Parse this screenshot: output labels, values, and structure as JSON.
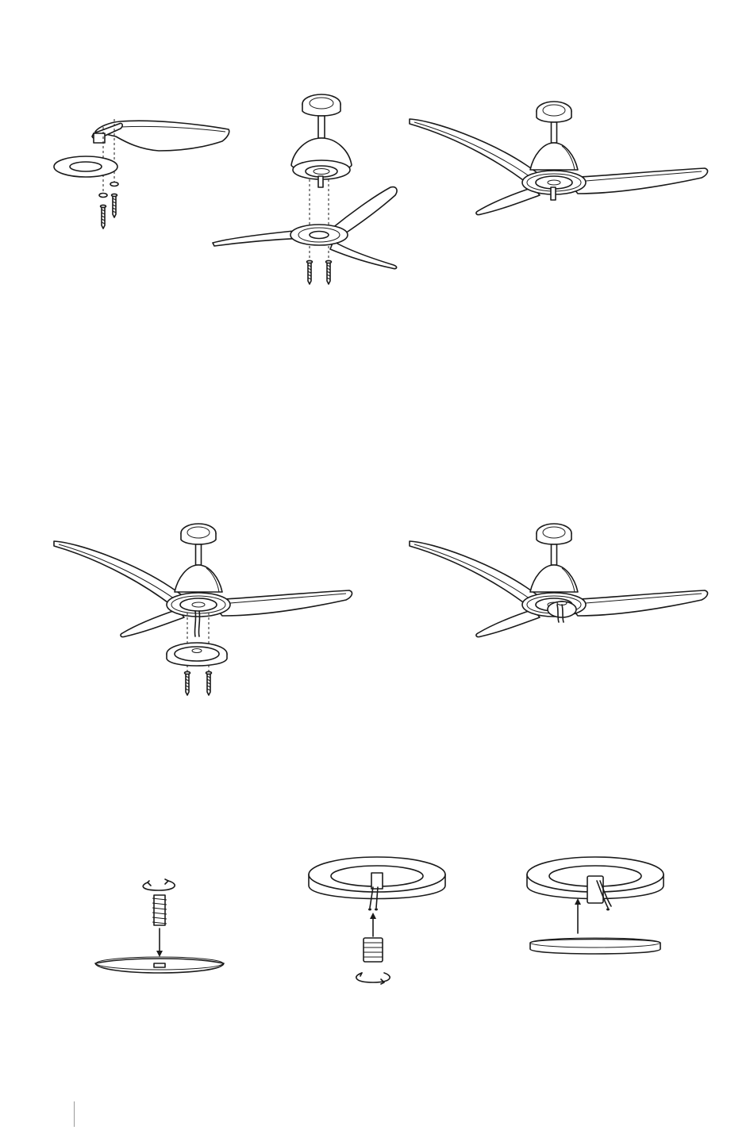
{
  "figure": {
    "title": "",
    "steps": [
      {
        "id": "attach-blade-to-holder",
        "row": 1
      },
      {
        "id": "mount-blade-assembly-to-motor",
        "row": 1
      },
      {
        "id": "assembled-fan",
        "row": 1
      },
      {
        "id": "attach-light-kit-plate",
        "row": 2
      },
      {
        "id": "light-kit-installed",
        "row": 2
      },
      {
        "id": "screw-threaded-rod-into-glass",
        "row": 3
      },
      {
        "id": "thread-coupler-onto-wires",
        "row": 3
      },
      {
        "id": "attach-glass-cover",
        "row": 3
      }
    ]
  }
}
